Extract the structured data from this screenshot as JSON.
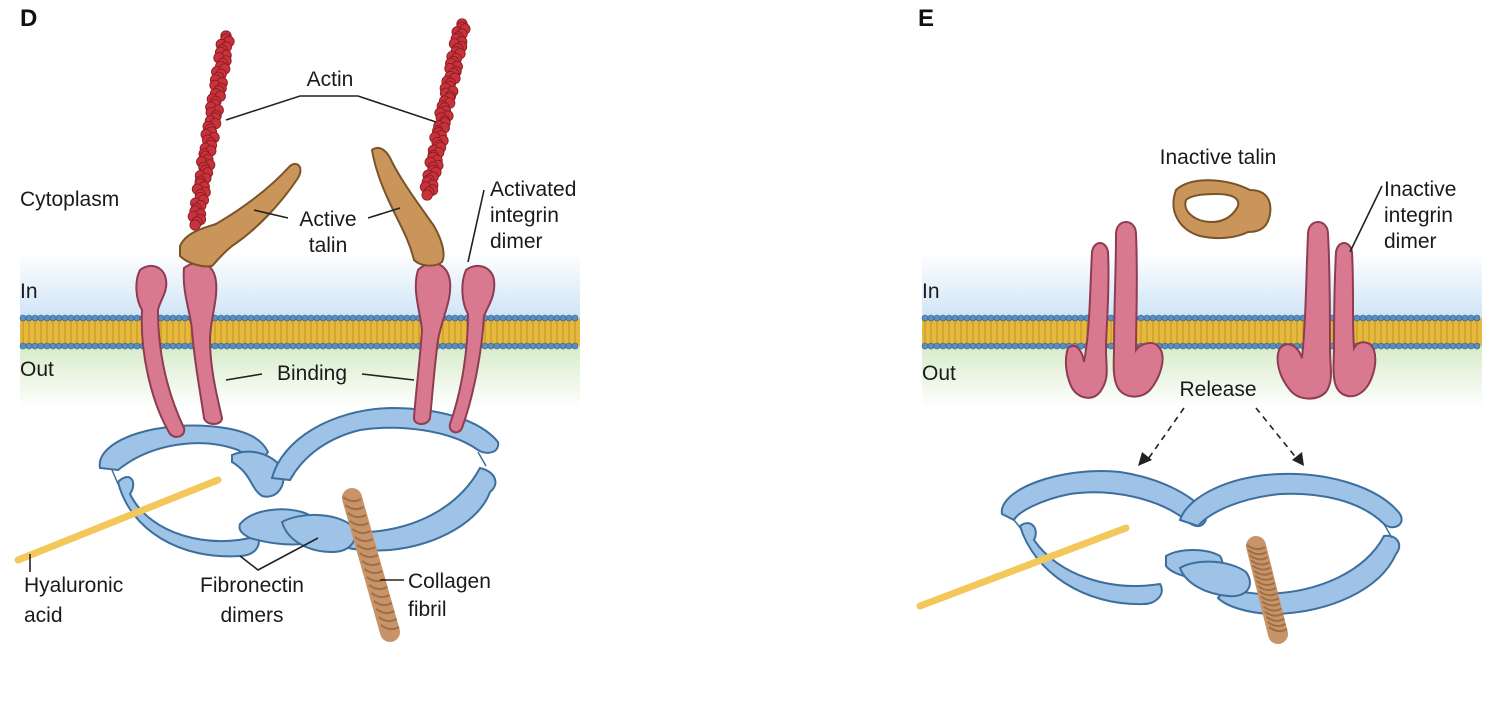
{
  "panels": {
    "d": {
      "letter": "D",
      "labels": {
        "actin": "Actin",
        "cytoplasm": "Cytoplasm",
        "active_talin_1": "Active",
        "active_talin_2": "talin",
        "activated_integrin_1": "Activated",
        "activated_integrin_2": "integrin",
        "activated_integrin_3": "dimer",
        "in": "In",
        "out": "Out",
        "binding": "Binding",
        "hyaluronic_1": "Hyaluronic",
        "hyaluronic_2": "acid",
        "fibronectin_1": "Fibronectin",
        "fibronectin_2": "dimers",
        "collagen_1": "Collagen",
        "collagen_2": "fibril"
      }
    },
    "e": {
      "letter": "E",
      "labels": {
        "inactive_talin": "Inactive talin",
        "inactive_integrin_1": "Inactive",
        "inactive_integrin_2": "integrin",
        "inactive_integrin_3": "dimer",
        "in": "In",
        "out": "Out",
        "release": "Release"
      }
    }
  },
  "colors": {
    "cytoplasm_band": "#d8e9f7",
    "extracellular_band": "#e3f1d9",
    "lipid_core": "#e6b93e",
    "lipid_head": "#5b8fc4",
    "actin": "#c9323a",
    "talin": "#c9955a",
    "integrin": "#d9798f",
    "fibronectin": "#9fc3e6",
    "hyaluronic_acid": "#f4c75a",
    "collagen": "#c79368"
  }
}
